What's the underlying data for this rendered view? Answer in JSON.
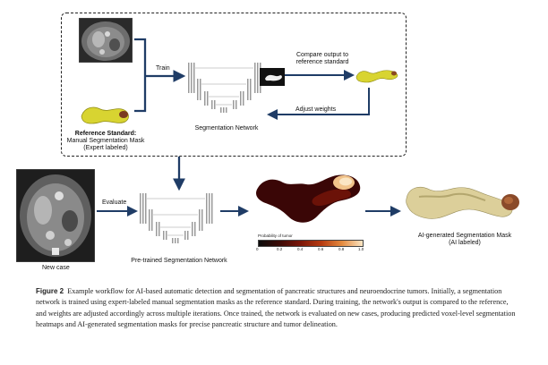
{
  "figure": {
    "train_label": "Train",
    "compare_label_line1": "Compare output to",
    "compare_label_line2": "reference standard",
    "adjust_weights_label": "Adjust weights",
    "segmentation_network_label": "Segmentation Network",
    "reference_title": "Reference Standard:",
    "reference_line2": "Manual Segmentation Mask",
    "reference_line3": "(Expert labeled)",
    "evaluate_label": "Evaluate",
    "new_case_label": "New case",
    "pretrained_network_label": "Pre-trained Segmentation Network",
    "probability_label": "Probability of tumor",
    "colorbar_ticks": [
      "0",
      "0.2",
      "0.4",
      "0.6",
      "0.8",
      "1.0"
    ],
    "ai_mask_line1": "AI-generated Segmentation Mask",
    "ai_mask_line2": "(AI labeled)",
    "colors": {
      "arrow": "#1f3c66",
      "mask_yellow": "#d8d431",
      "heatmap_dark": "#3a0606"
    },
    "icons": [
      "ct-scan-image",
      "unet-diagram",
      "segmentation-mask-3d",
      "heatmap-3d"
    ]
  },
  "caption": {
    "label": "Figure 2",
    "text": "Example workflow for AI-based automatic detection and segmentation of pancreatic structures and neuroendocrine tumors. Initially, a segmentation network is trained using expert-labeled manual segmentation masks as the reference standard. During training, the network's output is compared to the reference, and weights are adjusted accordingly across multiple iterations. Once trained, the network is evaluated on new cases, producing predicted voxel-level segmentation heatmaps and AI-generated segmentation masks for precise pancreatic structure and tumor delineation."
  }
}
